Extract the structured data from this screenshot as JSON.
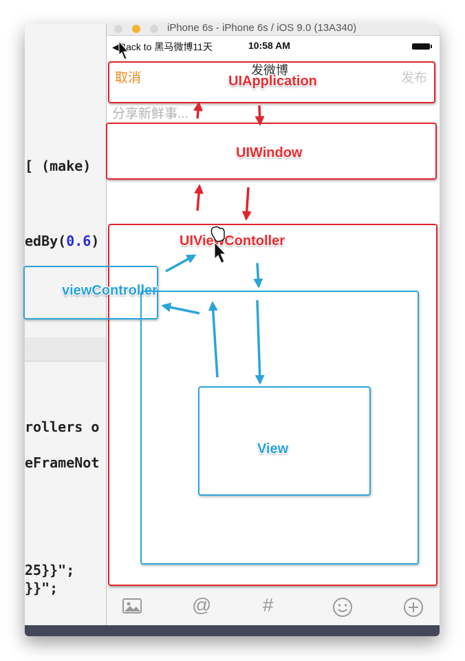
{
  "editor": {
    "lines": [
      {
        "text": "[ (make) ",
        "num": ""
      },
      {
        "text": "edBy(",
        "num": "0.6",
        "suffix": ")"
      },
      {
        "text": "rollers o",
        "num": ""
      },
      {
        "text": "eFrameNot",
        "num": ""
      },
      {
        "text": "25}}\";",
        "num": ""
      },
      {
        "text": "}}\";",
        "num": ""
      }
    ]
  },
  "simulator": {
    "title": "iPhone 6s - iPhone 6s / iOS 9.0 (13A340)",
    "status": {
      "back": "◀Back to 黑马微博11天",
      "time": "10:58 AM"
    },
    "navbar": {
      "cancel": "取消",
      "title": "发微博",
      "post": "发布"
    },
    "placeholder": "分享新鲜事...",
    "toolbar": [
      "picture-icon",
      "mention-icon",
      "hashtag-icon",
      "emoji-icon",
      "add-icon"
    ]
  },
  "annotations": {
    "application": "UIApplication",
    "window": "UIWindow",
    "view_controller": "UIViewContoller",
    "view_controller_var": "viewController",
    "view": "View"
  },
  "colors": {
    "red": "#e0252d",
    "blue": "#2ba4da",
    "accent": "#f08a1c"
  }
}
